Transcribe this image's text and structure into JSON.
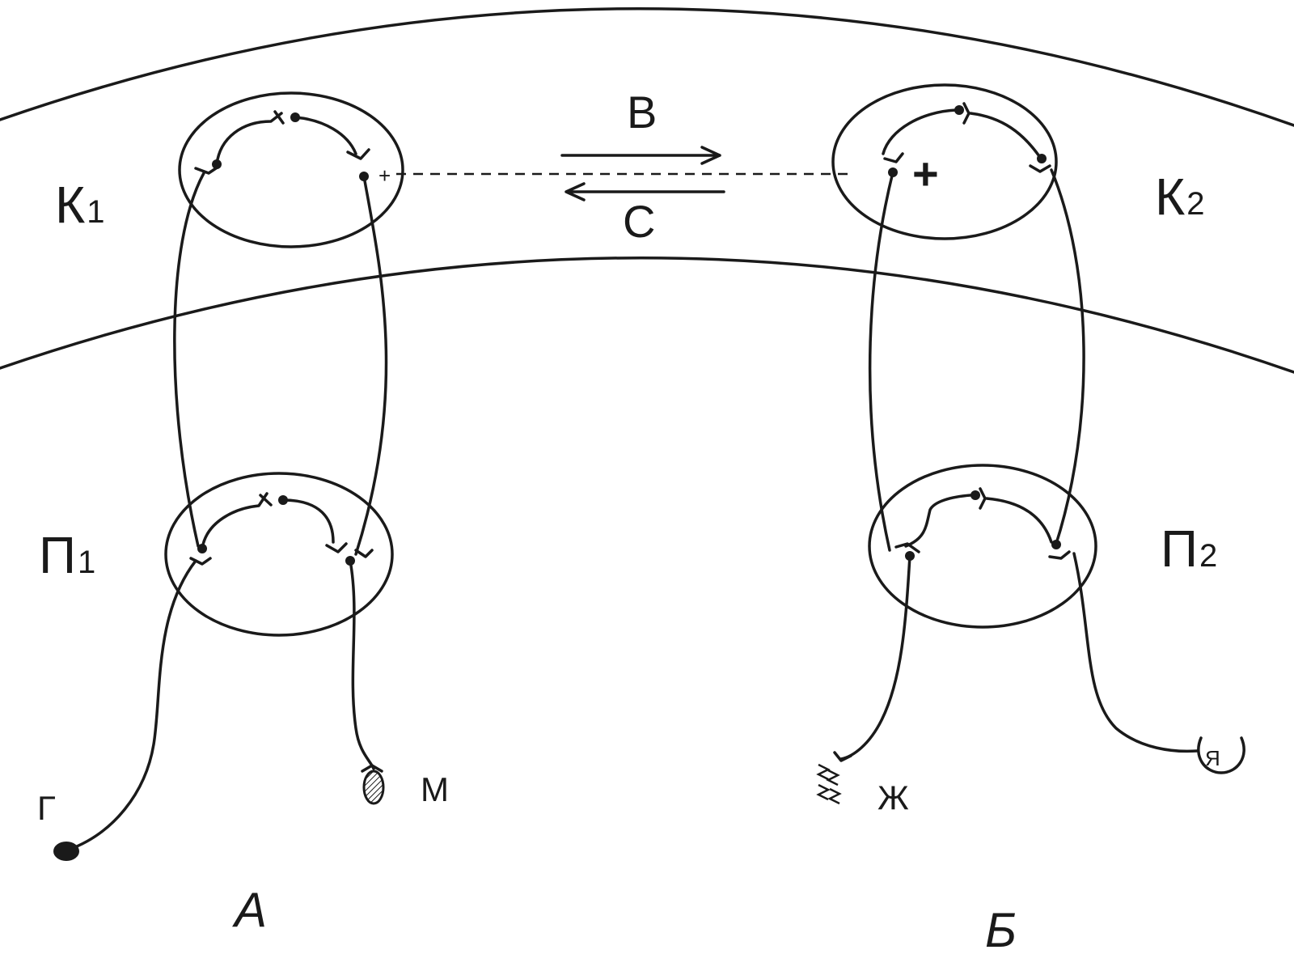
{
  "labels": {
    "k1_main": "К",
    "k1_sub": "1",
    "k2_main": "К",
    "k2_sub": "2",
    "p1_main": "П",
    "p1_sub": "1",
    "p2_main": "П",
    "p2_sub": "2",
    "arrow_forward": "В",
    "arrow_back": "С",
    "plus_k1": "+",
    "plus_k2": "+",
    "g": "Г",
    "m": "М",
    "zh": "Ж",
    "ya": "Я",
    "panel_a": "А",
    "panel_b": "Б"
  },
  "colors": {
    "ink": "#1a1a1a",
    "background": "#ffffff"
  }
}
